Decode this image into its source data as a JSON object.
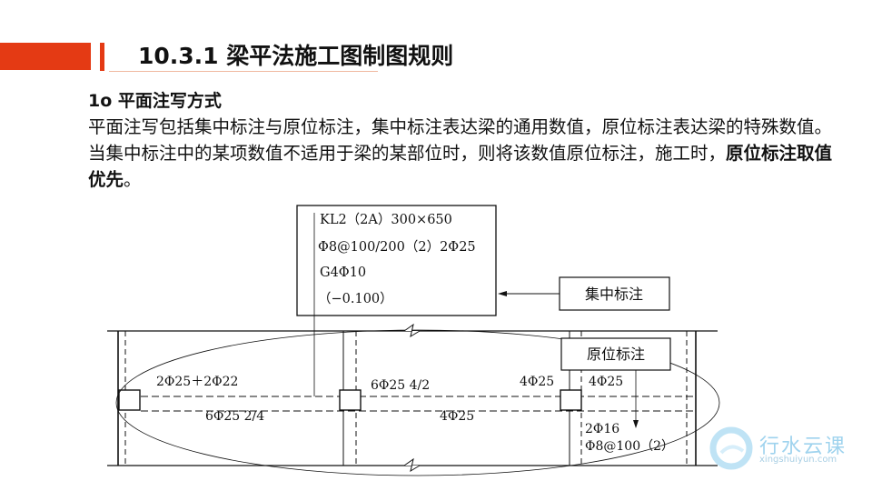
{
  "header": {
    "title": "10.3.1  梁平法施工图制图规则"
  },
  "section": {
    "heading": "1o 平面注写方式",
    "para_plain": "平面注写包括集中标注与原位标注，集中标注表达梁的通用数值，原位标注表达梁的特殊数值。当集中标注中的某项数值不适用于梁的某部位时，则将该数值原位标注，施工时，",
    "para_bold": "原位标注取值优先",
    "para_end": "。"
  },
  "diagram": {
    "central_box": [
      "KL2（2A）300×650",
      "Φ8@100/200（2）2Φ25",
      "G4Φ10",
      "（−0.100）"
    ],
    "label_central": "集中标注",
    "label_inplace": "原位标注",
    "beam_labels": {
      "left_top": "2Φ25＋2Φ22",
      "left_bottom": "6Φ25 2/4",
      "mid_top": "6Φ25 4/2",
      "mid_bottom": "4Φ25",
      "right_top_left": "4Φ25",
      "right_top_right": "4Φ25",
      "right_bottom_1": "2Φ16",
      "right_bottom_2": "Φ8@100（2）"
    }
  },
  "watermark": {
    "name": "行水云课",
    "url": "xingshuiyun.com"
  },
  "colors": {
    "accent": "#e43a14"
  }
}
